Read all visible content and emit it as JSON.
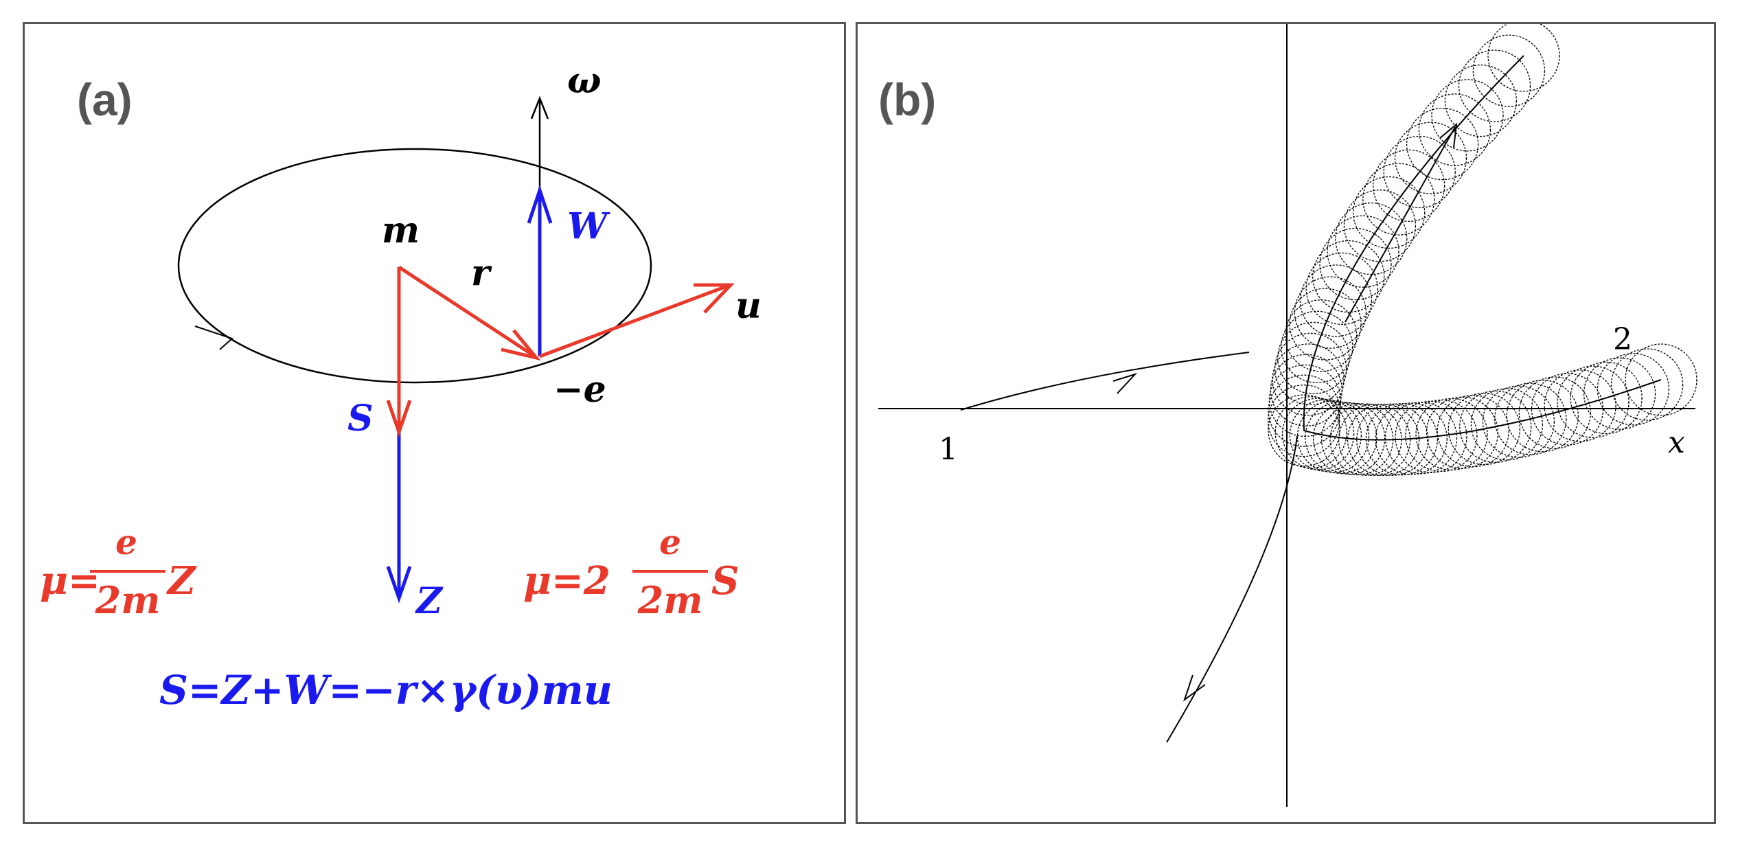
{
  "colors": {
    "red": "#e8392b",
    "blue": "#1a1aef",
    "black": "#000000",
    "label_gray": "#555555",
    "frame_gray": "#555555"
  },
  "panel_a": {
    "label": "(a)",
    "symbols": {
      "omega": "ω",
      "m": "m",
      "W": "W",
      "r": "r",
      "u": "u",
      "minus_e": "−e",
      "S": "S",
      "Z": "Z"
    },
    "eq_orbital": {
      "lhs": "μ=",
      "numerator": "e",
      "denominator": "2m",
      "rhs": "Z"
    },
    "eq_spin": {
      "lhs": "μ=2",
      "numerator": "e",
      "denominator": "2m",
      "rhs": "S"
    },
    "eq_main": "S=Z+W=−r×γ(υ)mu"
  },
  "panel_b": {
    "label": "(b)",
    "point_start": "1",
    "point_end": "2",
    "axis_x": "x"
  }
}
